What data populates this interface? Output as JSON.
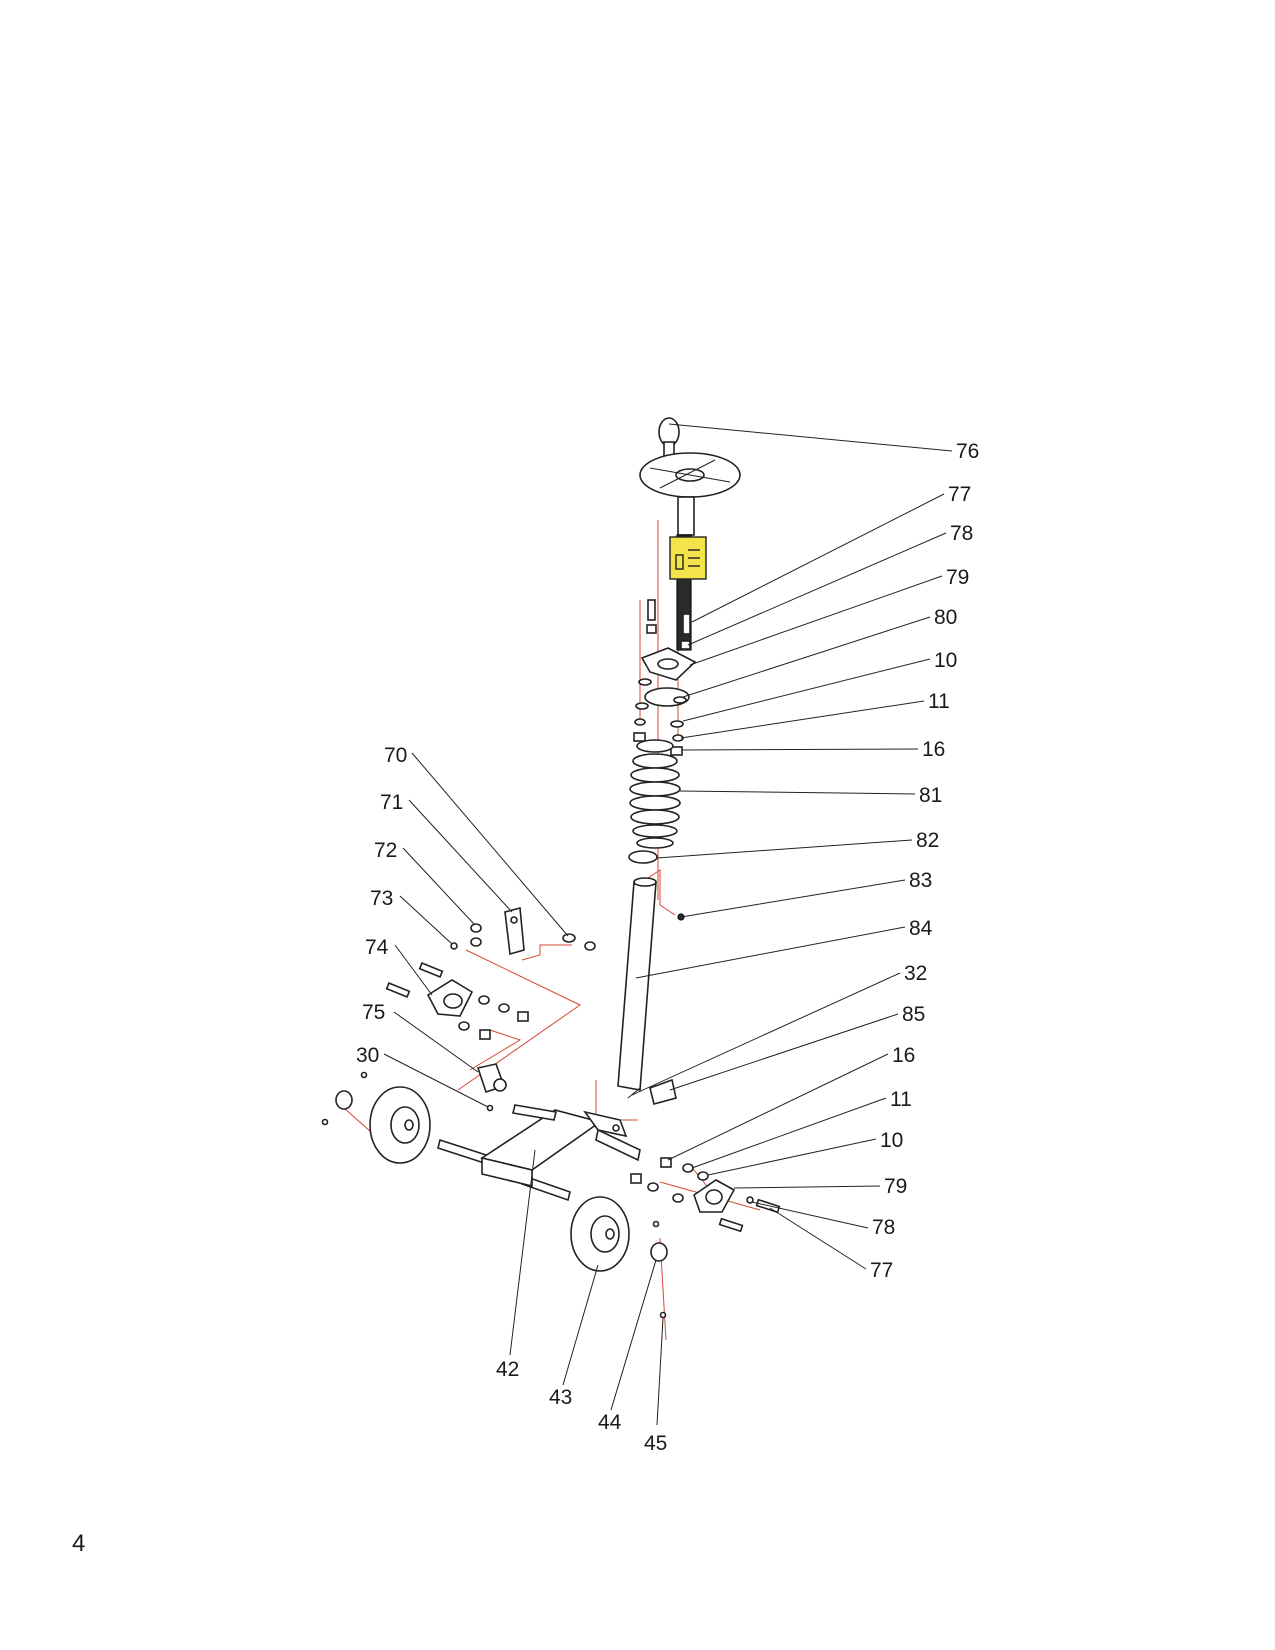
{
  "page": {
    "number": "4"
  },
  "callouts": {
    "c76": "76",
    "c77a": "77",
    "c78a": "78",
    "c79a": "79",
    "c80": "80",
    "c10a": "10",
    "c11a": "11",
    "c16a": "16",
    "c81": "81",
    "c82": "82",
    "c83": "83",
    "c84": "84",
    "c32": "32",
    "c85": "85",
    "c16b": "16",
    "c11b": "11",
    "c10b": "10",
    "c79b": "79",
    "c78b": "78",
    "c77b": "77",
    "c70": "70",
    "c71": "71",
    "c72": "72",
    "c73": "73",
    "c74": "74",
    "c75": "75",
    "c30": "30",
    "c42": "42",
    "c43": "43",
    "c44": "44",
    "c45": "45"
  },
  "colors": {
    "reference_line": "#d34a33",
    "label_tag": "#f2e44a",
    "ink": "#1a1a1a"
  },
  "icons": {
    "label_tag": "document-label-icon"
  }
}
